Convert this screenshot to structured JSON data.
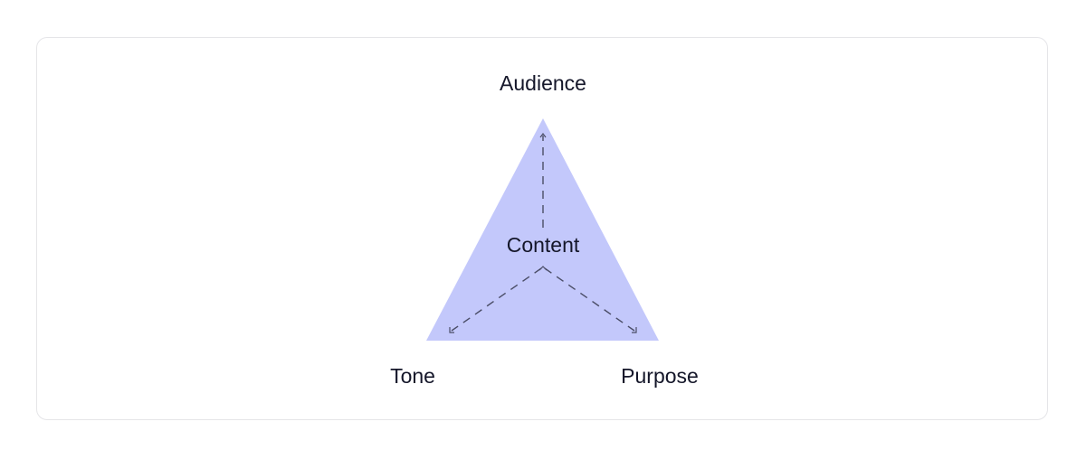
{
  "diagram": {
    "center_label": "Content",
    "vertices": {
      "top": "Audience",
      "bottom_left": "Tone",
      "bottom_right": "Purpose"
    },
    "colors": {
      "triangle_fill": "#c3c8fb",
      "arrow_stroke": "#4a4d66",
      "text": "#141629"
    }
  }
}
